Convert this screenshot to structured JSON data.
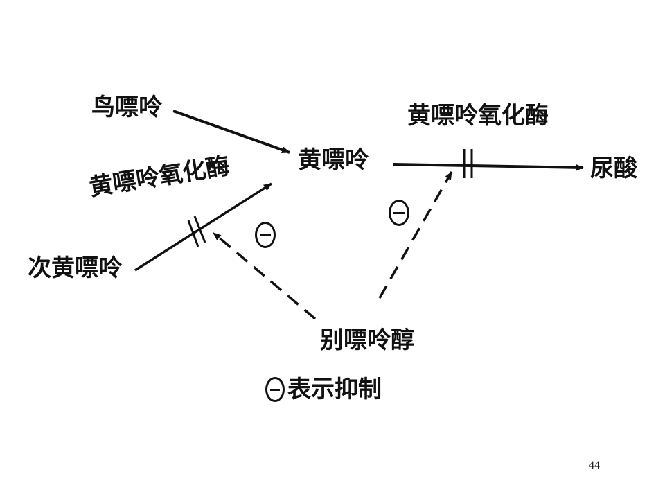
{
  "nodes": {
    "guanine": "鸟嘌呤",
    "xanthine": "黄嘌呤",
    "hypoxanthine": "次黄嘌呤",
    "uric_acid": "尿酸",
    "allopurinol": "别嘌呤醇"
  },
  "enzymes": {
    "left": "黄嘌呤氧化酶",
    "right": "黄嘌呤氧化酶"
  },
  "legend": {
    "text": "表示抑制"
  },
  "page_number": "44"
}
